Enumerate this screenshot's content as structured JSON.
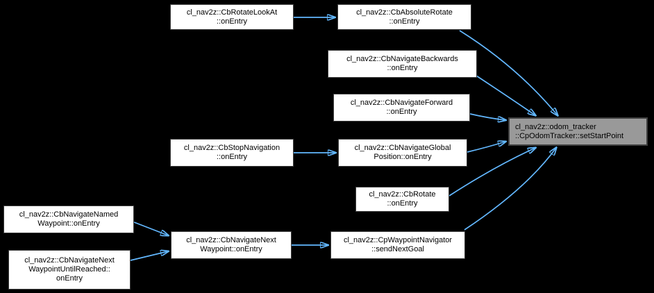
{
  "diagram": {
    "type": "call-graph",
    "background_color": "#000000",
    "colors": {
      "node_fill": "#ffffff",
      "node_border": "#3f3f3f",
      "highlight_node_fill": "#999999",
      "edge": "#63b8ff",
      "text": "#000000"
    },
    "nodes": [
      {
        "id": "cb-rotate-look-at",
        "label": "cl_nav2z::CbRotateLookAt::onEntry",
        "lines": [
          "cl_nav2z::CbRotateLookAt",
          "::onEntry"
        ],
        "highlighted": false
      },
      {
        "id": "cb-absolute-rotate",
        "label": "cl_nav2z::CbAbsoluteRotate::onEntry",
        "lines": [
          "cl_nav2z::CbAbsoluteRotate",
          "::onEntry"
        ],
        "highlighted": false
      },
      {
        "id": "cb-navigate-backwards",
        "label": "cl_nav2z::CbNavigateBackwards::onEntry",
        "lines": [
          "cl_nav2z::CbNavigateBackwards",
          "::onEntry"
        ],
        "highlighted": false
      },
      {
        "id": "cb-navigate-forward",
        "label": "cl_nav2z::CbNavigateForward::onEntry",
        "lines": [
          "cl_nav2z::CbNavigateForward",
          "::onEntry"
        ],
        "highlighted": false
      },
      {
        "id": "cb-stop-navigation",
        "label": "cl_nav2z::CbStopNavigation::onEntry",
        "lines": [
          "cl_nav2z::CbStopNavigation",
          "::onEntry"
        ],
        "highlighted": false
      },
      {
        "id": "cb-navigate-global-position",
        "label": "cl_nav2z::CbNavigateGlobalPosition::onEntry",
        "lines": [
          "cl_nav2z::CbNavigateGlobal",
          "Position::onEntry"
        ],
        "highlighted": false
      },
      {
        "id": "cb-rotate",
        "label": "cl_nav2z::CbRotate::onEntry",
        "lines": [
          "cl_nav2z::CbRotate",
          "::onEntry"
        ],
        "highlighted": false
      },
      {
        "id": "cb-navigate-named-waypoint",
        "label": "cl_nav2z::CbNavigateNamedWaypoint::onEntry",
        "lines": [
          "cl_nav2z::CbNavigateNamed",
          "Waypoint::onEntry"
        ],
        "highlighted": false
      },
      {
        "id": "cb-navigate-next-waypoint-until-reached",
        "label": "cl_nav2z::CbNavigateNextWaypointUntilReached::onEntry",
        "lines": [
          "cl_nav2z::CbNavigateNext",
          "WaypointUntilReached::",
          "onEntry"
        ],
        "highlighted": false
      },
      {
        "id": "cb-navigate-next-waypoint",
        "label": "cl_nav2z::CbNavigateNextWaypoint::onEntry",
        "lines": [
          "cl_nav2z::CbNavigateNext",
          "Waypoint::onEntry"
        ],
        "highlighted": false
      },
      {
        "id": "cp-waypoint-navigator-send-next-goal",
        "label": "cl_nav2z::CpWaypointNavigator::sendNextGoal",
        "lines": [
          "cl_nav2z::CpWaypointNavigator",
          "::sendNextGoal"
        ],
        "highlighted": false
      },
      {
        "id": "cp-odom-tracker-set-start-point",
        "label": "cl_nav2z::odom_tracker::CpOdomTracker::setStartPoint",
        "lines": [
          "cl_nav2z::odom_tracker",
          "::CpOdomTracker::setStartPoint"
        ],
        "highlighted": true
      }
    ],
    "edges": [
      {
        "from": "cb-rotate-look-at",
        "to": "cb-absolute-rotate"
      },
      {
        "from": "cb-absolute-rotate",
        "to": "cp-odom-tracker-set-start-point"
      },
      {
        "from": "cb-navigate-backwards",
        "to": "cp-odom-tracker-set-start-point"
      },
      {
        "from": "cb-navigate-forward",
        "to": "cp-odom-tracker-set-start-point"
      },
      {
        "from": "cb-stop-navigation",
        "to": "cb-navigate-global-position"
      },
      {
        "from": "cb-navigate-global-position",
        "to": "cp-odom-tracker-set-start-point"
      },
      {
        "from": "cb-rotate",
        "to": "cp-odom-tracker-set-start-point"
      },
      {
        "from": "cb-navigate-named-waypoint",
        "to": "cb-navigate-next-waypoint"
      },
      {
        "from": "cb-navigate-next-waypoint-until-reached",
        "to": "cb-navigate-next-waypoint"
      },
      {
        "from": "cb-navigate-next-waypoint",
        "to": "cp-waypoint-navigator-send-next-goal"
      },
      {
        "from": "cp-waypoint-navigator-send-next-goal",
        "to": "cp-odom-tracker-set-start-point"
      }
    ]
  }
}
